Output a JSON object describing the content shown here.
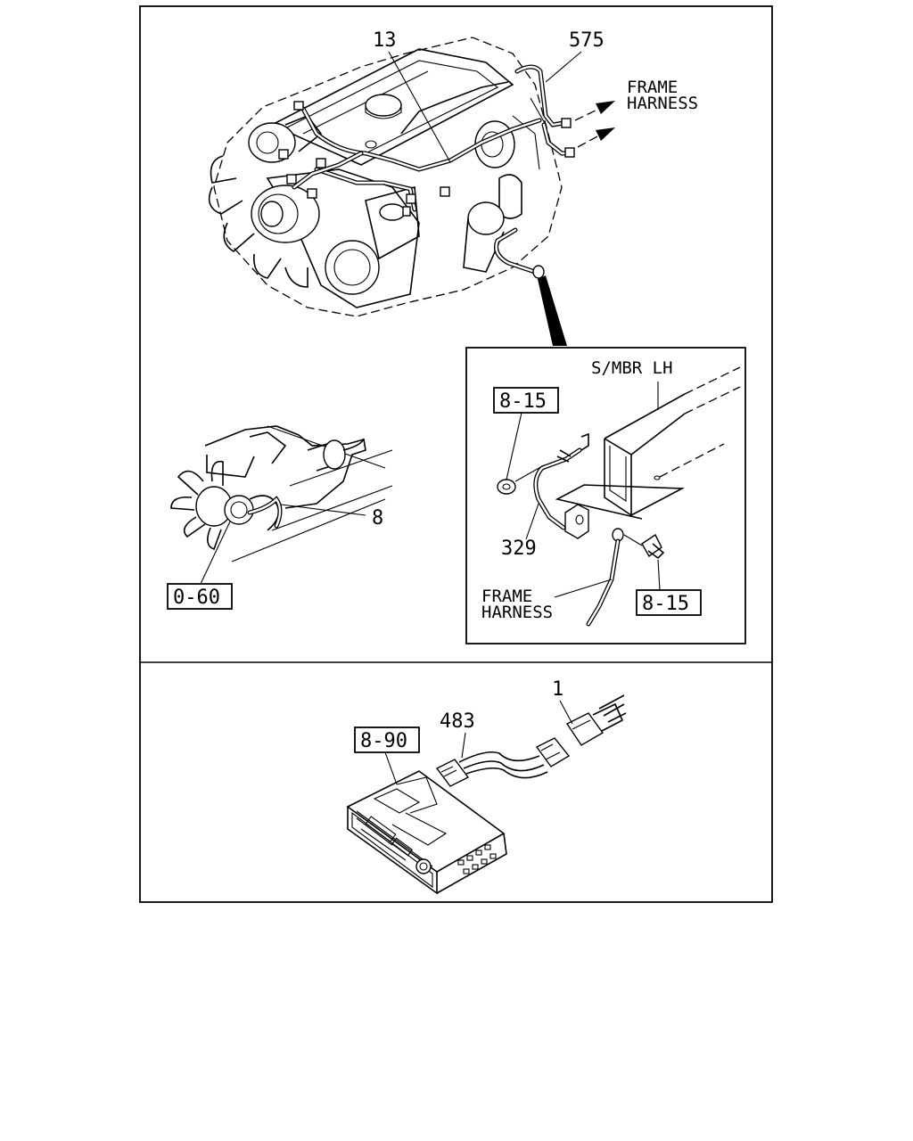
{
  "labels": {
    "engine_harness": "13",
    "frame_connection_harness": "575",
    "frame_harness_top_line1": "FRAME",
    "frame_harness_top_line2": "HARNESS",
    "side_member": "S/MBR LH",
    "ref_ground_nut": "8-15",
    "ref_ground_bolt": "8-15",
    "ground_cable": "329",
    "frame_harness_detail_line1": "FRAME",
    "frame_harness_detail_line2": "HARNESS",
    "starter_cable": "8",
    "ref_starter": "0-60",
    "radio_connector": "1",
    "radio_harness": "483",
    "ref_radio": "8-90"
  }
}
